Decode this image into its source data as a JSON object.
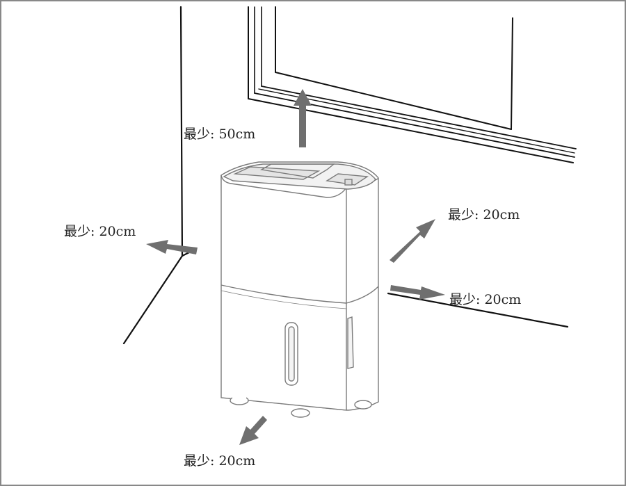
{
  "colors": {
    "line": "#111111",
    "arrow": "#6f6f6f",
    "unit_outline": "#7a7a7a",
    "background": "#ffffff"
  },
  "labels": {
    "top": "最少: 50cm",
    "left": "最少: 20cm",
    "right_upper": "最少: 20cm",
    "right_lower": "最少: 20cm",
    "bottom": "最少: 20cm"
  }
}
